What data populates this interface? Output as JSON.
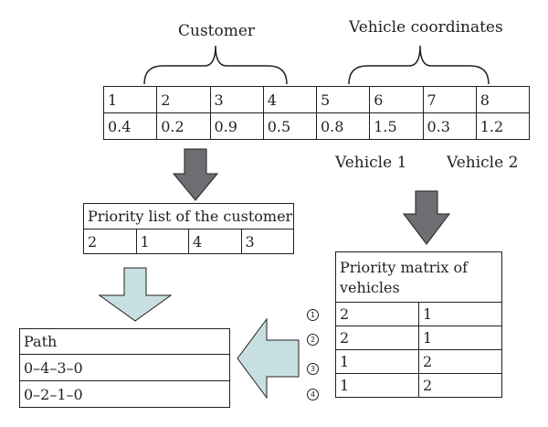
{
  "labels": {
    "customer": "Customer",
    "vehicle_coordinates": "Vehicle coordinates",
    "vehicle_1": "Vehicle 1",
    "vehicle_2": "Vehicle 2"
  },
  "encoding_table": {
    "indices": [
      "1",
      "2",
      "3",
      "4",
      "5",
      "6",
      "7",
      "8"
    ],
    "values": [
      "0.4",
      "0.2",
      "0.9",
      "0.5",
      "0.8",
      "1.5",
      "0.3",
      "1.2"
    ]
  },
  "priority_list": {
    "title": "Priority list of the customer",
    "values": [
      "2",
      "1",
      "4",
      "3"
    ]
  },
  "priority_matrix": {
    "title": "Priority matrix of vehicles",
    "row_markers": [
      "1",
      "2",
      "3",
      "4"
    ],
    "rows": [
      [
        "2",
        "1"
      ],
      [
        "2",
        "1"
      ],
      [
        "1",
        "2"
      ],
      [
        "1",
        "2"
      ]
    ]
  },
  "path_table": {
    "title": "Path",
    "rows": [
      "0–4–3–0",
      "0–2–1–0"
    ]
  },
  "colors": {
    "dark_arrow": "#6d6e71",
    "light_arrow": "#c8dfe1",
    "line": "#231f20"
  }
}
